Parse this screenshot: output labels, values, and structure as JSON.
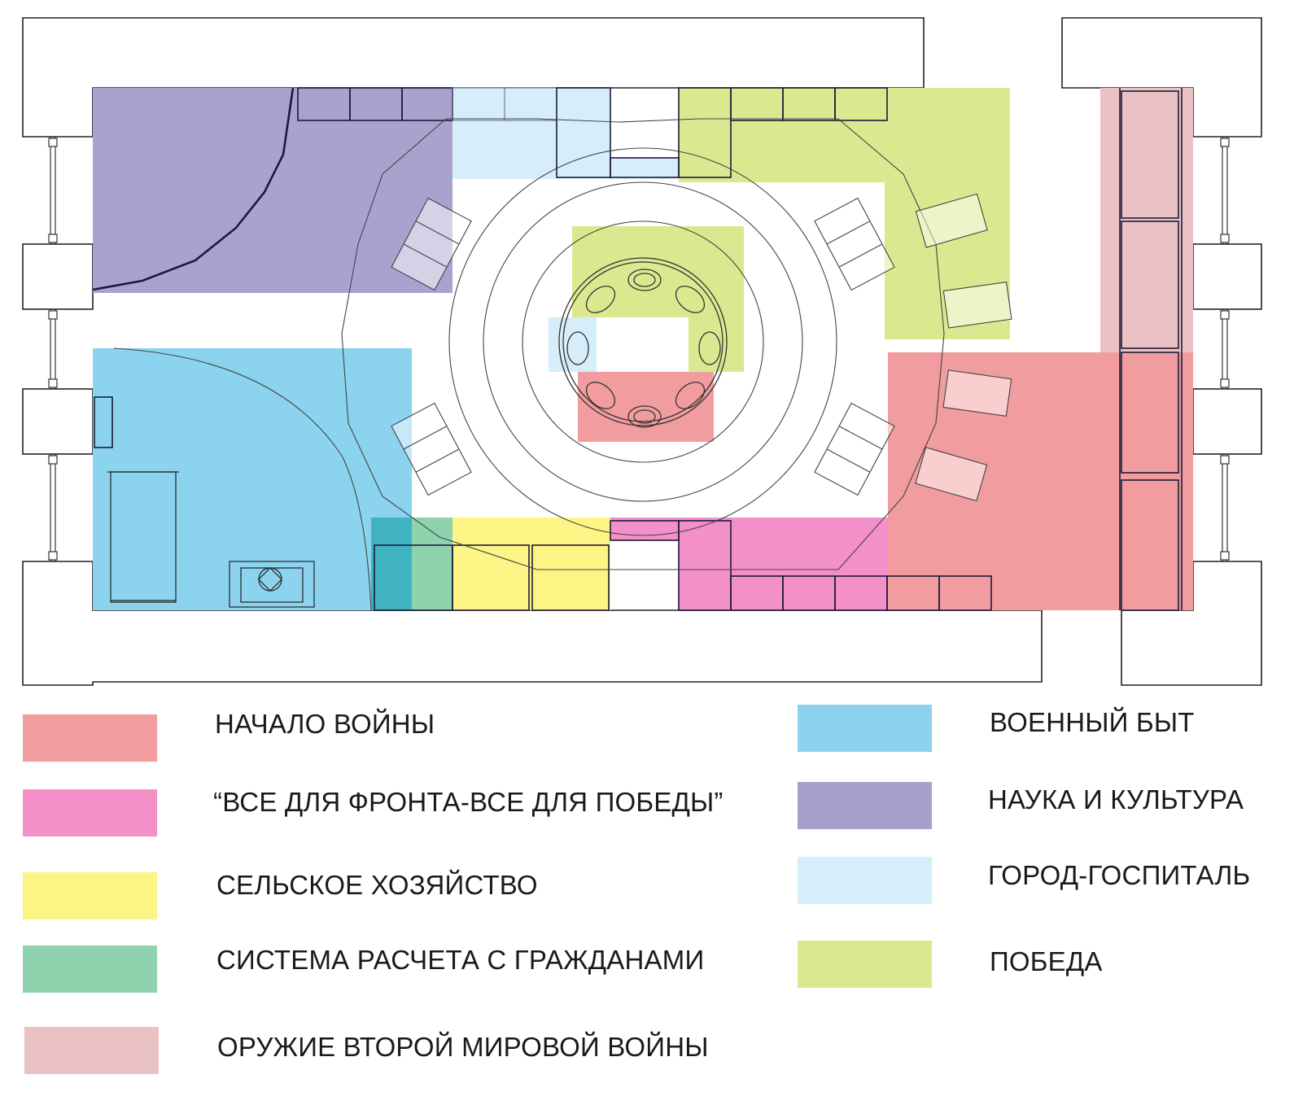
{
  "legend": {
    "war_start": {
      "label": "НАЧАЛО ВОЙНЫ",
      "color": "#f19c9e"
    },
    "front": {
      "label": "“ВСЕ ДЛЯ ФРОНТА-ВСЕ ДЛЯ ПОБЕДЫ”",
      "color": "#f390c7"
    },
    "agriculture": {
      "label": "СЕЛЬСКОЕ ХОЗЯЙСТВО",
      "color": "#fdf486"
    },
    "payment": {
      "label": "СИСТЕМА РАСЧЕТА С ГРАЖДАНАМИ",
      "color": "#8ed3ae"
    },
    "weapons": {
      "label": "ОРУЖИЕ ВТОРОЙ МИРОВОЙ ВОЙНЫ",
      "color": "#ebc2c4"
    },
    "military_life": {
      "label": "ВОЕННЫЙ БЫТ",
      "color": "#8cd3f0"
    },
    "science": {
      "label": "НАУКА И КУЛЬТУРА",
      "color": "#a79fcc"
    },
    "hospital": {
      "label": "ГОРОД-ГОСПИТАЛЬ",
      "color": "#d6edfa"
    },
    "victory": {
      "label": "ПОБЕДА",
      "color": "#dce88f"
    }
  }
}
